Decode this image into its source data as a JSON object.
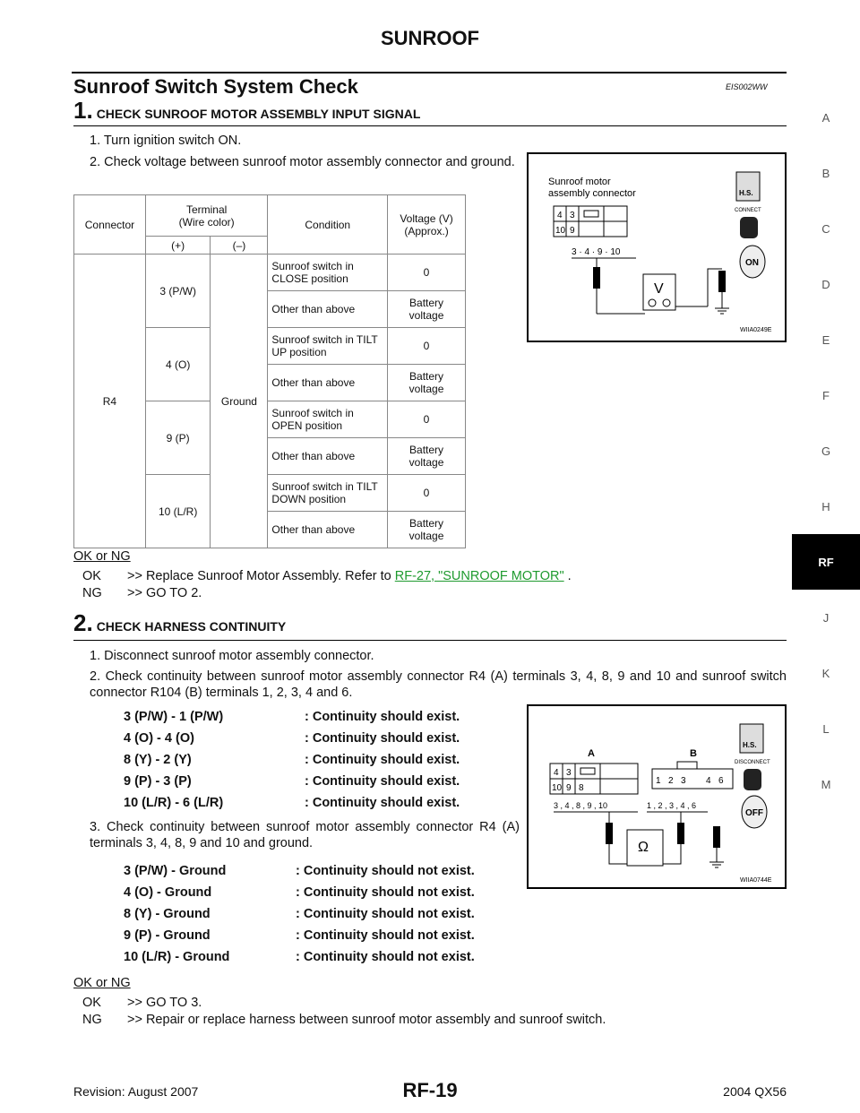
{
  "header": {
    "title": "SUNROOF"
  },
  "section": {
    "title": "Sunroof Switch System Check",
    "code": "EIS002WW"
  },
  "step1": {
    "number": "1.",
    "title": "CHECK SUNROOF MOTOR ASSEMBLY INPUT SIGNAL",
    "items": [
      "1. Turn ignition switch ON.",
      "2. Check voltage between sunroof motor assembly connector and ground."
    ],
    "table": {
      "headers": {
        "connector": "Connector",
        "terminal": "Terminal\n(Wire color)",
        "condition": "Condition",
        "voltage": "Voltage (V)\n(Approx.)",
        "plus": "(+)",
        "minus": "(–)"
      },
      "connector": "R4",
      "ground": "Ground",
      "terminals": [
        "3 (P/W)",
        "4 (O)",
        "9 (P)",
        "10 (L/R)"
      ],
      "conditions": [
        "Sunroof switch in CLOSE position",
        "Other than above",
        "Sunroof switch in TILT UP position",
        "Other than above",
        "Sunroof switch in OPEN position",
        "Other than above",
        "Sunroof switch in TILT DOWN position",
        "Other than above"
      ],
      "voltages": [
        "0",
        "Battery voltage",
        "0",
        "Battery voltage",
        "0",
        "Battery voltage",
        "0",
        "Battery voltage"
      ]
    },
    "okng": "OK or NG",
    "ok_label": "OK",
    "ok_text": ">> Replace Sunroof Motor Assembly. Refer to ",
    "ok_link": "RF-27, \"SUNROOF MOTOR\"",
    "ok_tail": " .",
    "ng_label": "NG",
    "ng_text": ">> GO TO 2.",
    "figure": {
      "label1": "Sunroof motor",
      "label2": "assembly connector",
      "terms": "3 · 4 · 9 · 10",
      "meter": "V",
      "badge": "H.S.",
      "connect": "CONNECT",
      "on": "ON",
      "id": "WIIA0249E"
    }
  },
  "step2": {
    "number": "2.",
    "title": "CHECK HARNESS CONTINUITY",
    "items": [
      "1. Disconnect sunroof motor assembly connector.",
      "2. Check continuity between sunroof motor assembly connector R4 (A) terminals 3, 4, 8, 9 and 10 and sunroof switch connector R104 (B) terminals 1, 2, 3, 4 and 6.",
      "3. Check continuity between sunroof motor assembly connector R4 (A) terminals 3, 4, 8, 9 and 10 and ground."
    ],
    "continuity": [
      {
        "pair": "3 (P/W) - 1 (P/W)",
        "result": ": Continuity should exist."
      },
      {
        "pair": "4 (O) - 4 (O)",
        "result": ": Continuity should exist."
      },
      {
        "pair": "8 (Y) - 2 (Y)",
        "result": ": Continuity should exist."
      },
      {
        "pair": "9 (P) - 3 (P)",
        "result": ": Continuity should exist."
      },
      {
        "pair": "10 (L/R) - 6 (L/R)",
        "result": ": Continuity should exist."
      }
    ],
    "ground_checks": [
      {
        "pair": "3 (P/W) - Ground",
        "result": ": Continuity should not exist."
      },
      {
        "pair": "4 (O) - Ground",
        "result": ": Continuity should not exist."
      },
      {
        "pair": "8 (Y) - Ground",
        "result": ": Continuity should not exist."
      },
      {
        "pair": "9 (P) - Ground",
        "result": ": Continuity should not exist."
      },
      {
        "pair": "10 (L/R) - Ground",
        "result": ": Continuity should not exist."
      }
    ],
    "okng": "OK or NG",
    "ok_label": "OK",
    "ok_text": ">> GO TO 3.",
    "ng_label": "NG",
    "ng_text": ">> Repair or replace harness between sunroof motor assembly and sunroof switch.",
    "figure": {
      "a": "A",
      "b": "B",
      "a_terms": "3 , 4 , 8 , 9 , 10",
      "b_terms": "1 , 2 , 3 , 4 , 6",
      "meter": "Ω",
      "badge": "H.S.",
      "disconnect": "DISCONNECT",
      "off": "OFF",
      "id": "WIIA0744E"
    }
  },
  "side_tabs": [
    "A",
    "B",
    "C",
    "D",
    "E",
    "F",
    "G",
    "H",
    "RF",
    "J",
    "K",
    "L",
    "M"
  ],
  "footer": {
    "revision": "Revision: August 2007",
    "page": "RF-19",
    "model": "2004 QX56"
  }
}
